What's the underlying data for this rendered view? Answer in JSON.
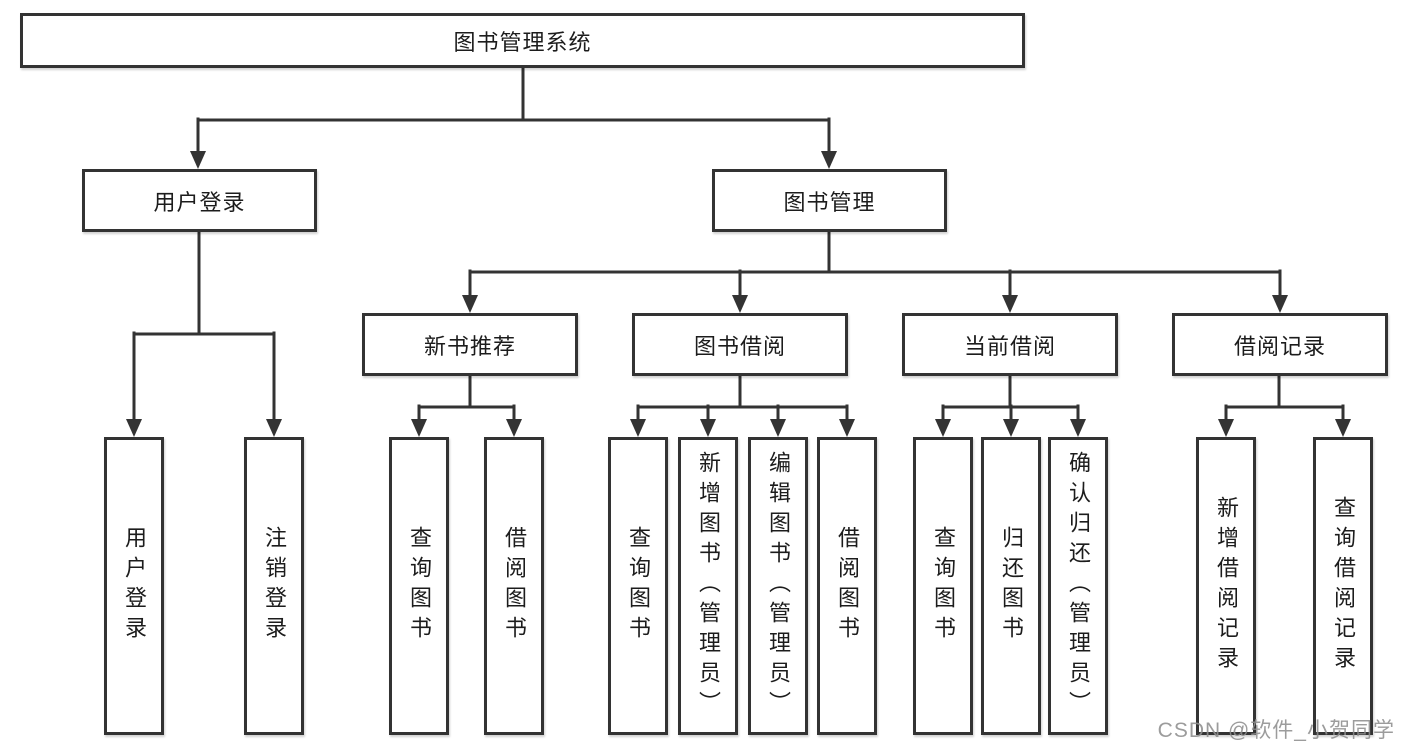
{
  "colors": {
    "line": "#333333",
    "box_border": "#333333",
    "box_fill": "#ffffff",
    "text": "#1c1c1c",
    "watermark": "#8f8f8f",
    "background": "#ffffff"
  },
  "watermark": {
    "text": "CSDN @软件_小贺同学"
  },
  "tree": {
    "label": "图书管理系统",
    "children": [
      {
        "label": "用户登录",
        "children": [
          {
            "label": "用户登录"
          },
          {
            "label": "注销登录"
          }
        ]
      },
      {
        "label": "图书管理",
        "children": [
          {
            "label": "新书推荐",
            "children": [
              {
                "label": "查询图书"
              },
              {
                "label": "借阅图书"
              }
            ]
          },
          {
            "label": "图书借阅",
            "children": [
              {
                "label": "查询图书"
              },
              {
                "label": "新增图书（管理员）"
              },
              {
                "label": "编辑图书（管理员）"
              },
              {
                "label": "借阅图书"
              }
            ]
          },
          {
            "label": "当前借阅",
            "children": [
              {
                "label": "查询图书"
              },
              {
                "label": "归还图书"
              },
              {
                "label": "确认归还（管理员）"
              }
            ]
          },
          {
            "label": "借阅记录",
            "children": [
              {
                "label": "新增借阅记录"
              },
              {
                "label": "查询借阅记录"
              }
            ]
          }
        ]
      }
    ]
  }
}
